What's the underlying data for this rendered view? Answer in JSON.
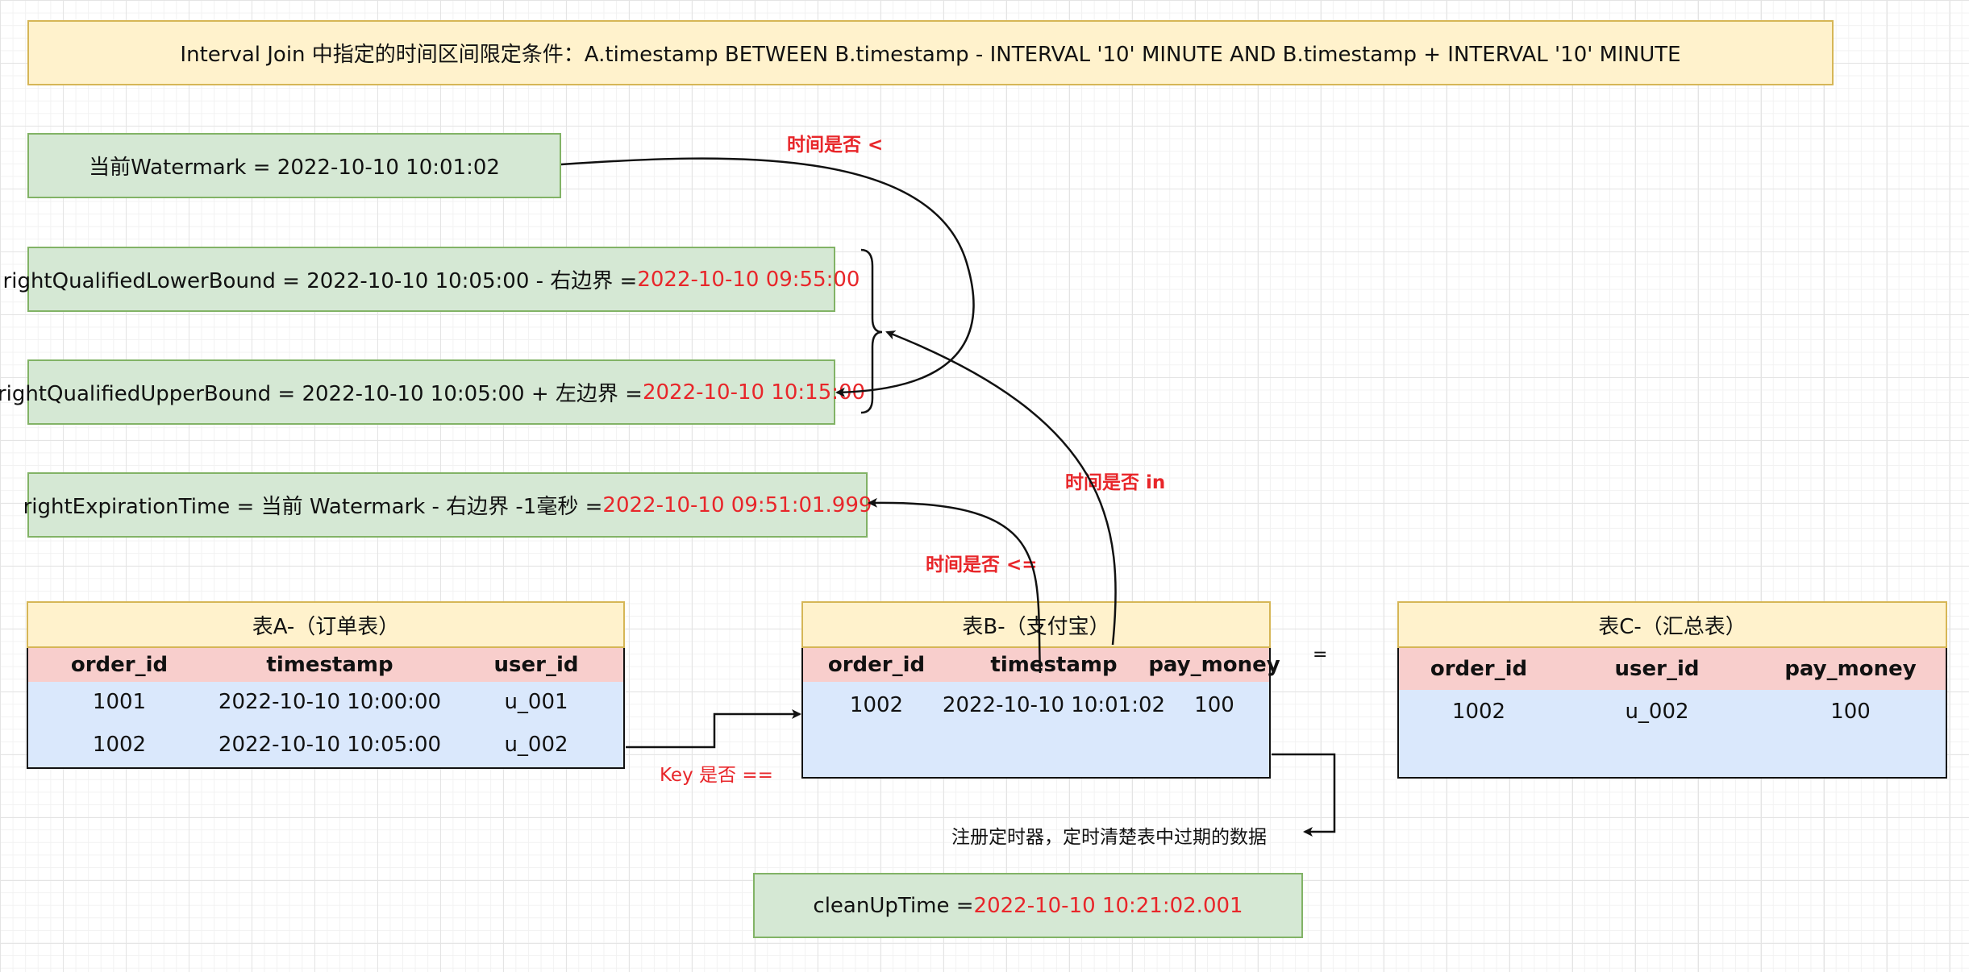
{
  "header": {
    "text": "Interval Join 中指定的时间区间限定条件：A.timestamp BETWEEN B.timestamp - INTERVAL '10' MINUTE AND B.timestamp + INTERVAL '10' MINUTE"
  },
  "watermark": {
    "text": "当前Watermark = 2022-10-10 10:01:02"
  },
  "lower_bound": {
    "prefix": "rightQualifiedLowerBound = 2022-10-10 10:05:00 - 右边界 = ",
    "value": "2022-10-10 09:55:00"
  },
  "upper_bound": {
    "prefix": "rightQualifiedUpperBound = 2022-10-10 10:05:00 + 左边界 = ",
    "value": "2022-10-10 10:15:00"
  },
  "expiration": {
    "prefix": "rightExpirationTime = 当前 Watermark - 右边界 -1毫秒 = ",
    "value": "2022-10-10 09:51:01.999"
  },
  "cleanup": {
    "prefix": "cleanUpTime = ",
    "value": "2022-10-10 10:21:02.001"
  },
  "labels": {
    "time_lt": "时间是否 <",
    "time_in": "时间是否 in",
    "time_le": "时间是否 <=",
    "key_eq": "Key 是否 ==",
    "equals": "=",
    "timer_note": "注册定时器，定时清楚表中过期的数据"
  },
  "tableA": {
    "title": "表A-（订单表）",
    "columns": [
      "order_id",
      "timestamp",
      "user_id"
    ],
    "rows": [
      [
        "1001",
        "2022-10-10 10:00:00",
        "u_001"
      ],
      [
        "1002",
        "2022-10-10 10:05:00",
        "u_002"
      ]
    ]
  },
  "tableB": {
    "title": "表B-（支付宝）",
    "columns": [
      "order_id",
      "timestamp",
      "pay_money"
    ],
    "rows": [
      [
        "1002",
        "2022-10-10 10:01:02",
        "100"
      ]
    ]
  },
  "tableC": {
    "title": "表C-（汇总表）",
    "columns": [
      "order_id",
      "user_id",
      "pay_money"
    ],
    "rows": [
      [
        "1002",
        "u_002",
        "100"
      ]
    ]
  }
}
